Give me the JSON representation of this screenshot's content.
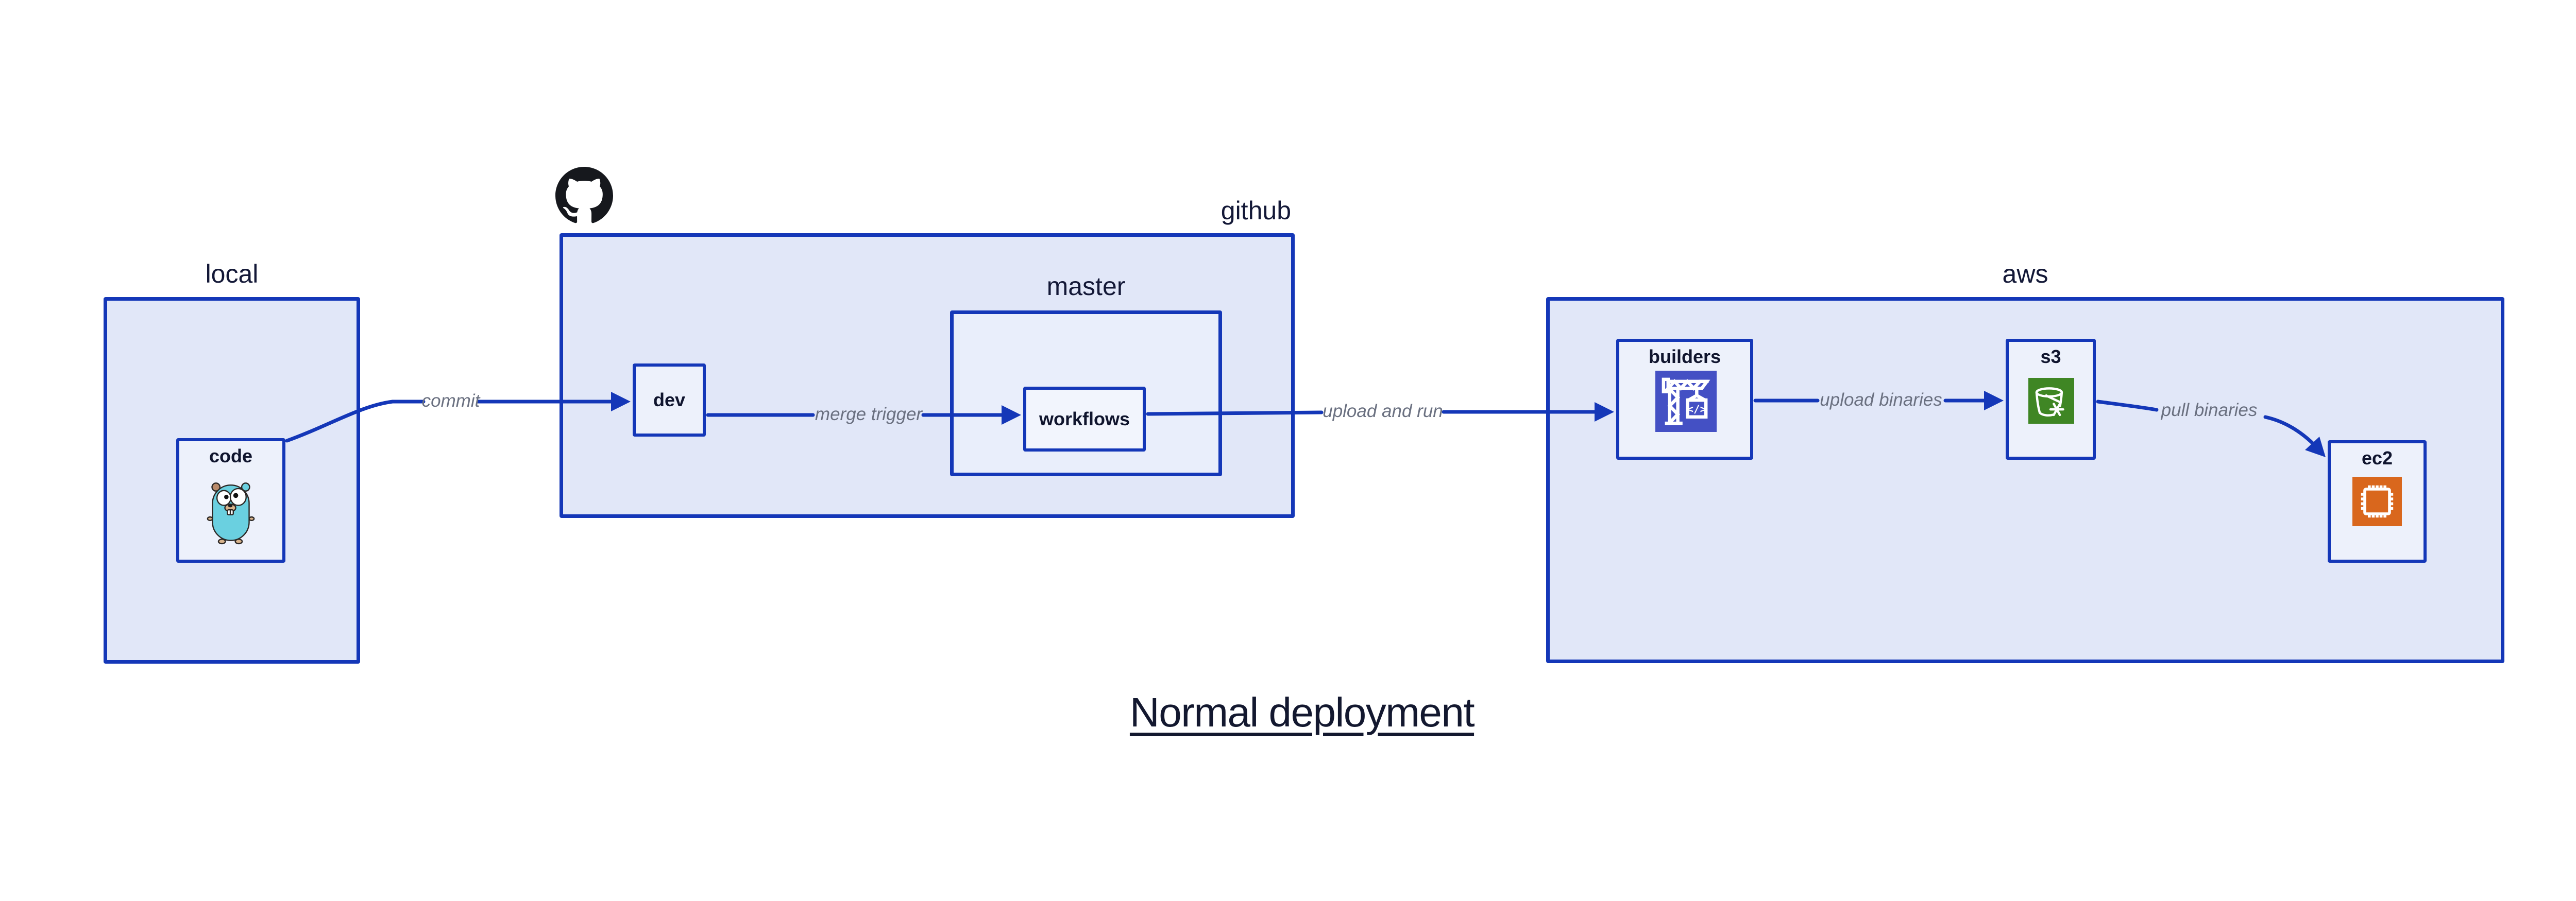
{
  "title": {
    "text": "Normal deployment"
  },
  "containers": {
    "local": {
      "label": "local"
    },
    "github": {
      "label": "github"
    },
    "master": {
      "label": "master"
    },
    "aws": {
      "label": "aws"
    }
  },
  "nodes": {
    "code": {
      "label": "code"
    },
    "dev": {
      "label": "dev"
    },
    "workflows": {
      "label": "workflows"
    },
    "builders": {
      "label": "builders"
    },
    "s3": {
      "label": "s3"
    },
    "ec2": {
      "label": "ec2"
    }
  },
  "edges": {
    "commit": {
      "label": "commit"
    },
    "merge_trigger": {
      "label": "merge trigger"
    },
    "upload_and_run": {
      "label": "upload and run"
    },
    "upload_binaries": {
      "label": "upload binaries"
    },
    "pull_binaries": {
      "label": "pull binaries"
    }
  },
  "icons": {
    "github": "github-octocat-logo",
    "code": "go-gopher-icon",
    "builders": "aws-codebuild-crane-icon",
    "builders_glyph": "</>",
    "s3": "aws-s3-bucket-snowflake-icon",
    "ec2": "aws-ec2-chip-icon"
  },
  "colors": {
    "stroke_blue": "#1437b8",
    "container_fill": "#e1e7f8",
    "node_fill": "#edf1fb",
    "master_fill": "#e9eefb",
    "workflows_fill": "#f2f5fd",
    "text_navy": "#13182f",
    "edge_label_gray": "#6a7080",
    "codebuild_indigo": "#4450c4",
    "s3_green": "#3f8624",
    "ec2_orange": "#d9671d",
    "gopher_teal": "#6ad0e0",
    "github_black": "#16181d"
  }
}
